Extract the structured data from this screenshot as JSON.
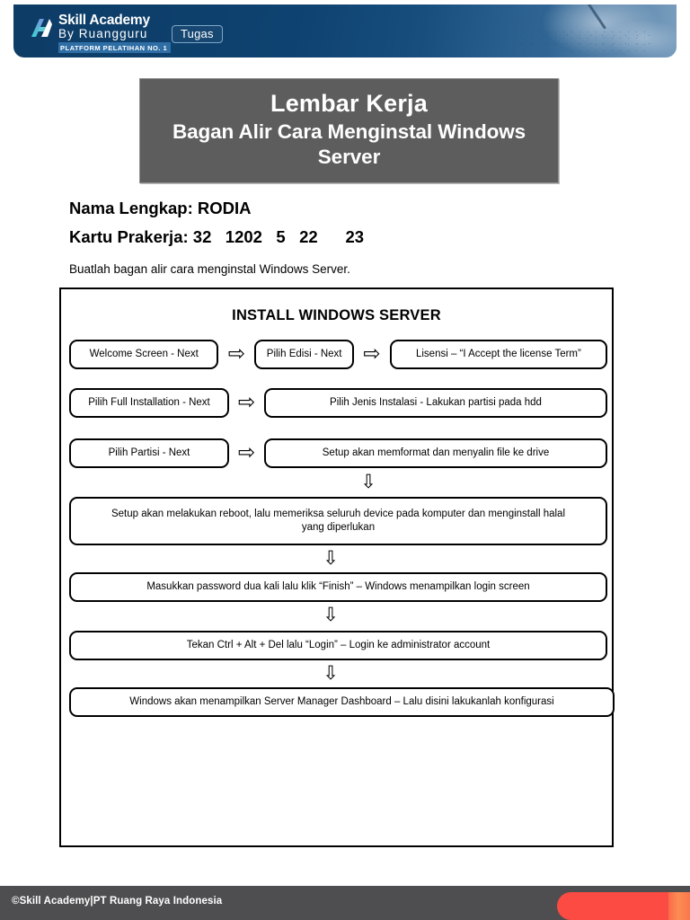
{
  "header": {
    "logo": {
      "line1": "Skill Academy",
      "line2": "By Ruangguru",
      "badge": "PLATFORM PELATIHAN NO. 1",
      "icon": "skill-academy-logo"
    },
    "tugas_button": "Tugas",
    "background_image": "hand-writing-with-pen-photo",
    "colors": {
      "banner_dark": "#0d3c66",
      "banner_light": "#4a7ca8",
      "badge": "#2f6ea5"
    }
  },
  "title_box": {
    "main": "Lembar Kerja",
    "sub": "Bagan Alir Cara Menginstal Windows Server",
    "background": "#5d5d5d"
  },
  "fields": {
    "name_line": "Nama Lengkap: RODIA",
    "card_line": "Kartu Prakerja: 32   1202   5   22      23"
  },
  "instruction": "Buatlah bagan alir cara menginstal Windows Server.",
  "flowchart": {
    "title": "INSTALL WINDOWS SERVER",
    "arrow_right_glyph": "⇨",
    "arrow_down_glyph": "⇩",
    "row1": {
      "n1": "Welcome Screen - Next",
      "n2": "Pilih Edisi - Next",
      "n3": "Lisensi – “I Accept the license Term”"
    },
    "row2": {
      "n1": "Pilih Full Installation - Next",
      "n2": "Pilih Jenis Instalasi  - Lakukan partisi pada hdd"
    },
    "row3": {
      "n1": "Pilih Partisi - Next",
      "n2": "Setup akan memformat dan menyalin file ke drive"
    },
    "node4_line1": "Setup akan melakukan reboot, lalu memeriksa seluruh device pada komputer dan menginstall halal",
    "node4_line2": "yang diperlukan",
    "node5": "Masukkan password dua kali lalu klik “Finish” – Windows menampilkan login screen",
    "node6": "Tekan Ctrl + Alt + Del lalu “Login” – Login ke administrator account",
    "node7": "Windows akan menampilkan Server Manager Dashboard – Lalu disini lakukanlah konfigurasi"
  },
  "footer": {
    "text": "©Skill Academy|PT Ruang Raya Indonesia",
    "accent_color": "#fb4b42",
    "background": "#4e4e50"
  }
}
